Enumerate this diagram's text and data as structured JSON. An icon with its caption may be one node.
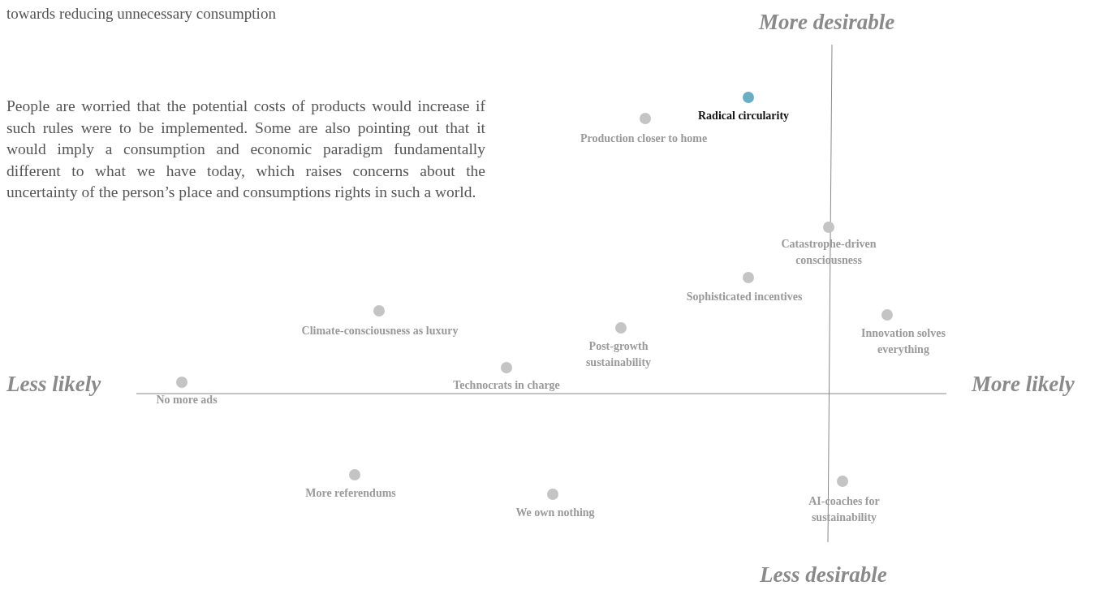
{
  "diagram": {
    "nodes": [
      {
        "text": [
          "Radical circularity"
        ]
      },
      {
        "text": [
          "Production closer to home"
        ]
      },
      {
        "text": [
          "Catastrophe-driven consciousness"
        ]
      },
      {
        "text": [
          "Sophisticated incentives"
        ]
      },
      {
        "text": [
          "Climate-consciousness as luxury"
        ]
      },
      {
        "text": [
          "Post-growth sustainability"
        ]
      },
      {
        "text": [
          "Innovation solves everything"
        ]
      },
      {
        "text": [
          "Technocrats in charge"
        ]
      },
      {
        "text": [
          "No more ads"
        ]
      },
      {
        "text": [
          "More referendums"
        ]
      },
      {
        "text": [
          "We own nothing"
        ]
      },
      {
        "text": [
          "AI-coaches for sustainability"
        ]
      }
    ],
    "edges": [],
    "labels": [
      "towards reducing unnecessary consumption",
      "People are worried that the potential costs of products would increase if such rules were to be implemented. Some are also pointing out that it would imply a consumption and economic paradigm fundamentally different to what we have today, which raises concerns about the uncertainty of the person’s place and consumptions rights in such a world.",
      "More desirable",
      "Less likely",
      "More likely",
      "Less desirable"
    ]
  }
}
